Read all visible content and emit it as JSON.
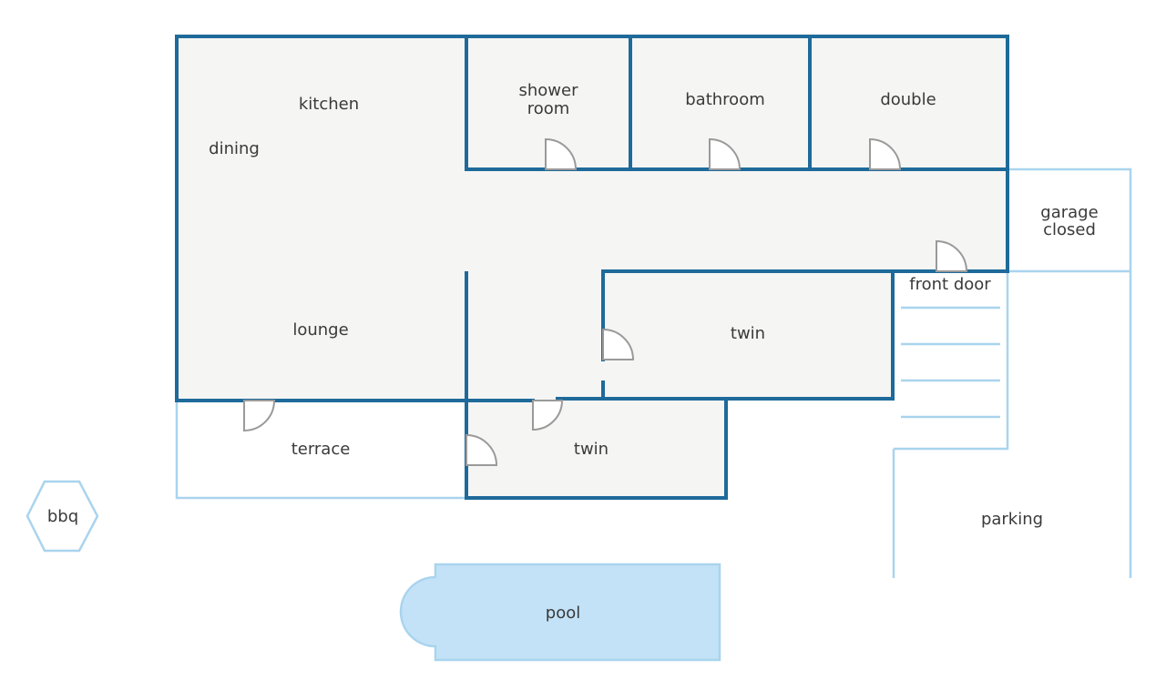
{
  "floorplan": {
    "rooms": {
      "kitchen": "kitchen",
      "dining": "dining",
      "shower_room_line1": "shower",
      "shower_room_line2": "room",
      "bathroom": "bathroom",
      "double": "double",
      "garage_line1": "garage",
      "garage_line2": "closed",
      "front_door": "front door",
      "lounge": "lounge",
      "twin_right": "twin",
      "twin_bottom": "twin",
      "terrace": "terrace",
      "parking": "parking",
      "pool": "pool",
      "bbq": "bbq"
    },
    "colors": {
      "wall": "#1e6a9a",
      "outline": "#a9d4ee",
      "floor": "#f5f5f4",
      "pool": "#c3e2f7",
      "door": "#9a9a9a",
      "text": "#3a3a3a"
    }
  }
}
